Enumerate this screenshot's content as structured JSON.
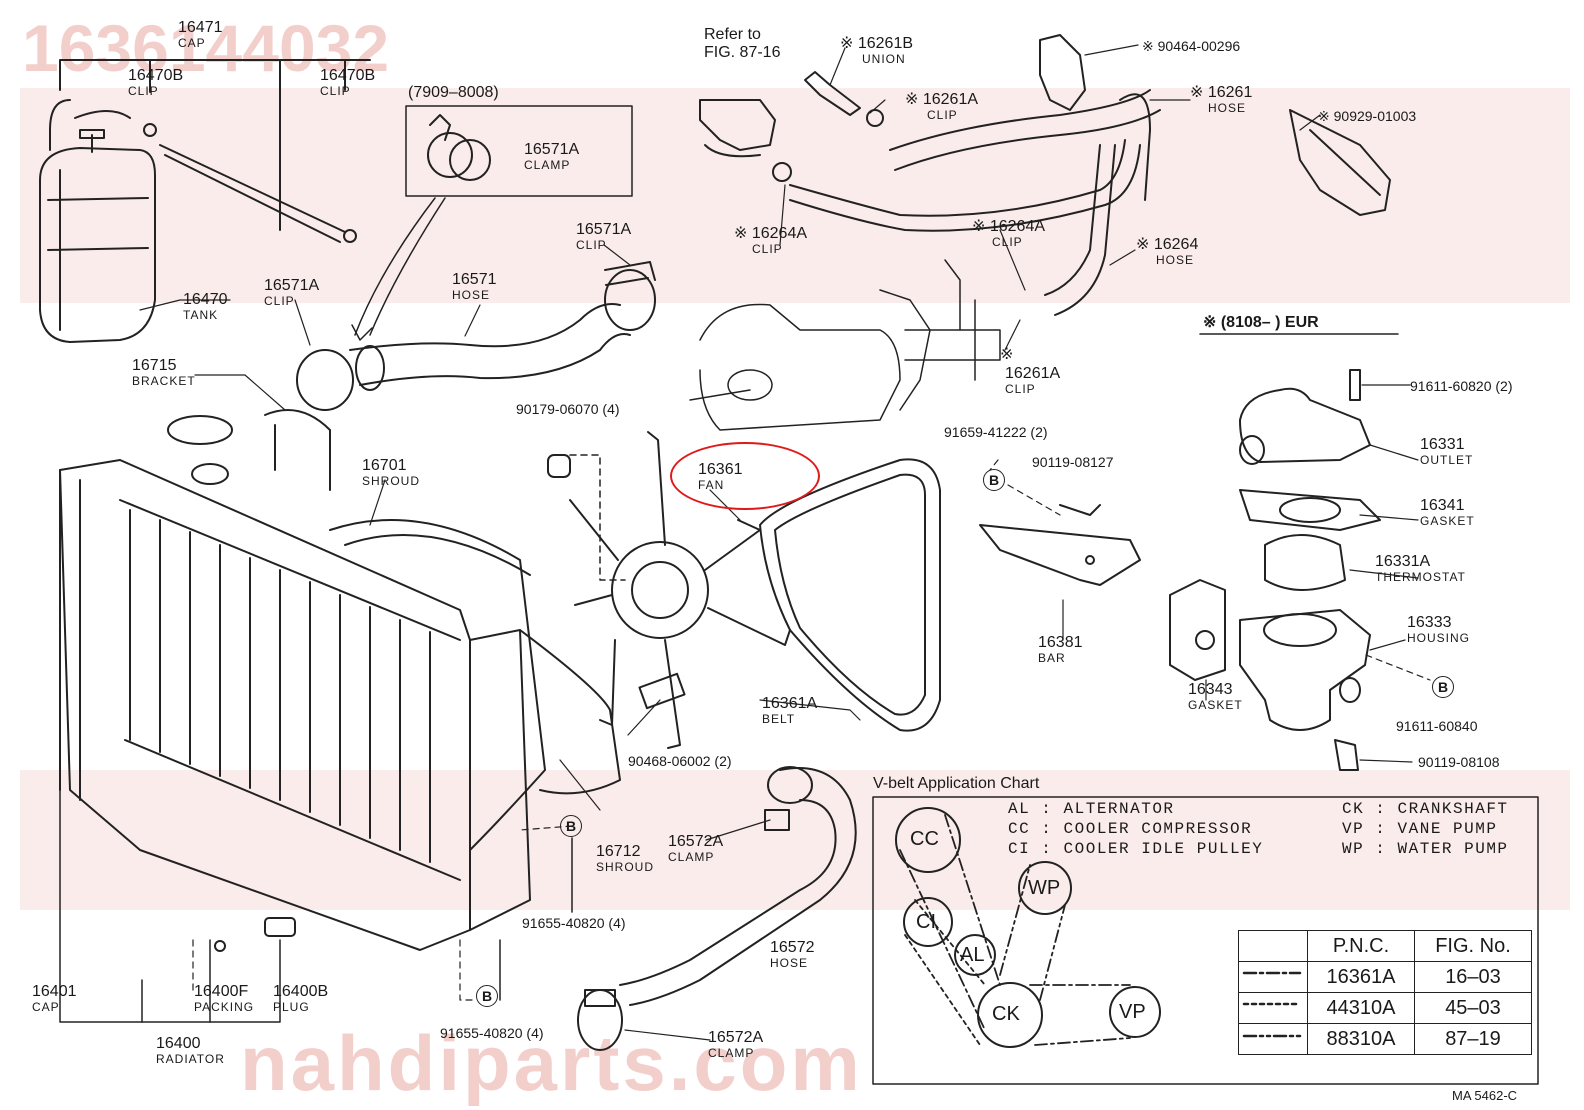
{
  "watermark": {
    "part_code": "1636144032",
    "site": "nahdiparts.com"
  },
  "diagram_code": "MA 5462-C",
  "refer": {
    "line1": "Refer to",
    "line2": "FIG. 87-16"
  },
  "labels": {
    "cap_16471": {
      "num": "16471",
      "name": "CAP"
    },
    "clip_16470b_l": {
      "num": "16470B",
      "name": "CLIP"
    },
    "clip_16470b_r": {
      "num": "16470B",
      "name": "CLIP"
    },
    "tank_16470": {
      "num": "16470",
      "name": "TANK"
    },
    "range_7909": "(7909–8008)",
    "clamp_16571a": {
      "num": "16571A",
      "name": "CLAMP"
    },
    "clip_16571a_l": {
      "num": "16571A",
      "name": "CLIP"
    },
    "clip_16571a_r": {
      "num": "16571A",
      "name": "CLIP"
    },
    "hose_16571": {
      "num": "16571",
      "name": "HOSE"
    },
    "bracket_16715": {
      "num": "16715",
      "name": "BRACKET"
    },
    "shroud_16701": {
      "num": "16701",
      "name": "SHROUD"
    },
    "nut_90179": "90179-06070 (4)",
    "fan_16361": {
      "num": "16361",
      "name": "FAN"
    },
    "belt_16361a": {
      "num": "16361A",
      "name": "BELT"
    },
    "bolt_90468": "90468-06002 (2)",
    "shroud_16712": {
      "num": "16712",
      "name": "SHROUD"
    },
    "clamp_16572a_t": {
      "num": "16572A",
      "name": "CLAMP"
    },
    "hose_16572": {
      "num": "16572",
      "name": "HOSE"
    },
    "clamp_16572a_b": {
      "num": "16572A",
      "name": "CLAMP"
    },
    "bolt_91655_a": "91655-40820 (4)",
    "bolt_91655_b": "91655-40820 (4)",
    "cap_16401": {
      "num": "16401",
      "name": "CAP"
    },
    "packing_16400f": {
      "num": "16400F",
      "name": "PACKING"
    },
    "plug_16400b": {
      "num": "16400B",
      "name": "PLUG"
    },
    "radiator_16400": {
      "num": "16400",
      "name": "RADIATOR"
    },
    "union_16261b": {
      "num": "※ 16261B",
      "name": "UNION"
    },
    "clip_16261a_t": {
      "num": "※ 16261A",
      "name": "CLIP"
    },
    "part_90464": "※ 90464-00296",
    "hose_16261": {
      "num": "※ 16261",
      "name": "HOSE"
    },
    "part_90929": "※ 90929-01003",
    "clip_16264a_l": {
      "num": "※ 16264A",
      "name": "CLIP"
    },
    "clip_16264a_r": {
      "num": "※ 16264A",
      "name": "CLIP"
    },
    "hose_16264": {
      "num": "※ 16264",
      "name": "HOSE"
    },
    "clip_16261a_b": {
      "num": "16261A",
      "name": "CLIP"
    },
    "eur_note": "※ (8108–       ) EUR",
    "bolt_91611_a": "91611-60820 (2)",
    "outlet_16331": {
      "num": "16331",
      "name": "OUTLET"
    },
    "gasket_16341": {
      "num": "16341",
      "name": "GASKET"
    },
    "thermostat_16331a": {
      "num": "16331A",
      "name": "THERMOSTAT"
    },
    "housing_16333": {
      "num": "16333",
      "name": "HOUSING"
    },
    "gasket_16343": {
      "num": "16343",
      "name": "GASKET"
    },
    "bar_16381": {
      "num": "16381",
      "name": "BAR"
    },
    "bolt_91659": "91659-41222 (2)",
    "bolt_90119_a": "90119-08127",
    "bolt_91611_b": "91611-60840",
    "bolt_90119_b": "90119-08108",
    "marker_b": "B"
  },
  "vbelt_chart": {
    "title": "V-belt Application Chart",
    "legend_left": [
      {
        "code": "AL",
        "name": "ALTERNATOR"
      },
      {
        "code": "CC",
        "name": "COOLER COMPRESSOR"
      },
      {
        "code": "CI",
        "name": "COOLER IDLE PULLEY"
      }
    ],
    "legend_right": [
      {
        "code": "CK",
        "name": "CRANKSHAFT"
      },
      {
        "code": "VP",
        "name": "VANE PUMP"
      },
      {
        "code": "WP",
        "name": "WATER PUMP"
      }
    ],
    "pulleys": [
      "CC",
      "CI",
      "AL",
      "WP",
      "CK",
      "VP"
    ],
    "table": {
      "headers": [
        "",
        "P.N.C.",
        "FIG. No."
      ],
      "rows": [
        {
          "pnc": "16361A",
          "fig": "16–03"
        },
        {
          "pnc": "44310A",
          "fig": "45–03"
        },
        {
          "pnc": "88310A",
          "fig": "87–19"
        }
      ]
    }
  }
}
